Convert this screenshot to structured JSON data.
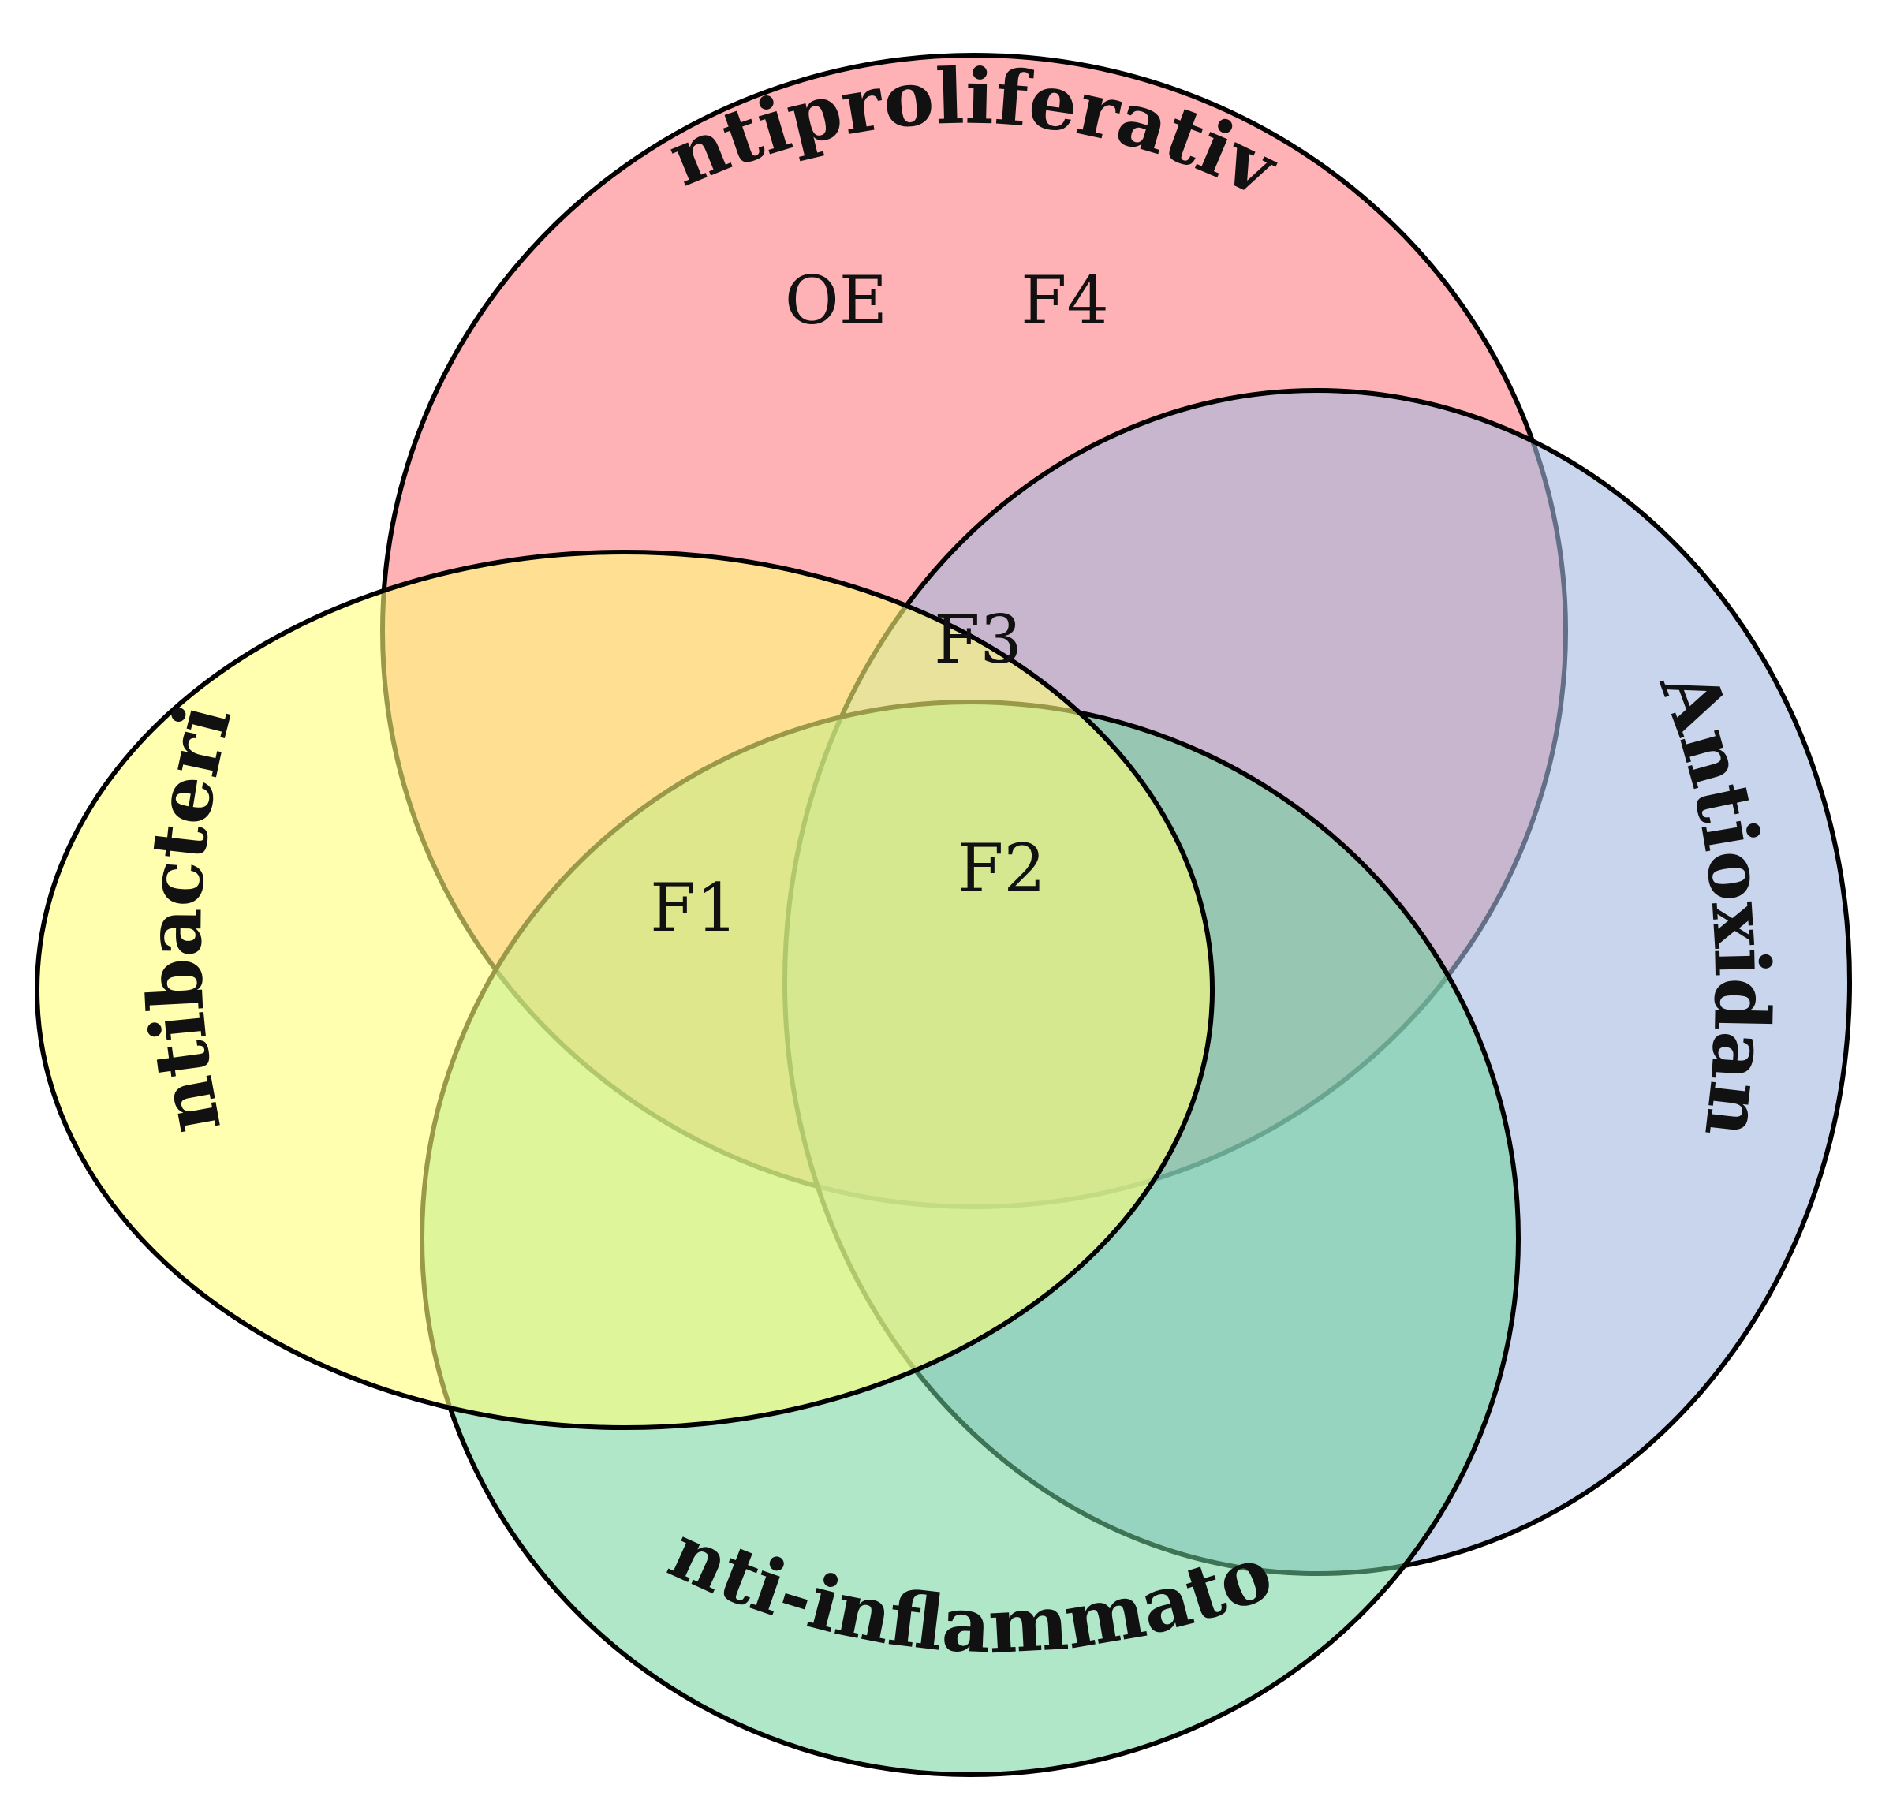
{
  "sets": [
    {
      "id": "antiproliferative",
      "label": "Antiproliferative",
      "color": "#FF7F86"
    },
    {
      "id": "antioxidant",
      "label": "Antioxidant",
      "color": "#A3B9E0"
    },
    {
      "id": "anti-inflammatory",
      "label": "Anti-inflammatory",
      "color": "#6FD49A"
    },
    {
      "id": "antibacterial",
      "label": "Antibacterial",
      "color": "#FFFF7A"
    }
  ],
  "items": [
    {
      "id": "oe",
      "label": "OE",
      "sets": [
        "antiproliferative"
      ]
    },
    {
      "id": "f4",
      "label": "F4",
      "sets": [
        "antiproliferative"
      ]
    },
    {
      "id": "f3",
      "label": "F3",
      "sets": [
        "antiproliferative",
        "antibacterial",
        "antioxidant"
      ]
    },
    {
      "id": "f2",
      "label": "F2",
      "sets": [
        "antiproliferative",
        "antibacterial",
        "antioxidant",
        "anti-inflammatory"
      ]
    },
    {
      "id": "f1",
      "label": "F1",
      "sets": [
        "antiproliferative",
        "antibacterial",
        "anti-inflammatory"
      ]
    }
  ]
}
